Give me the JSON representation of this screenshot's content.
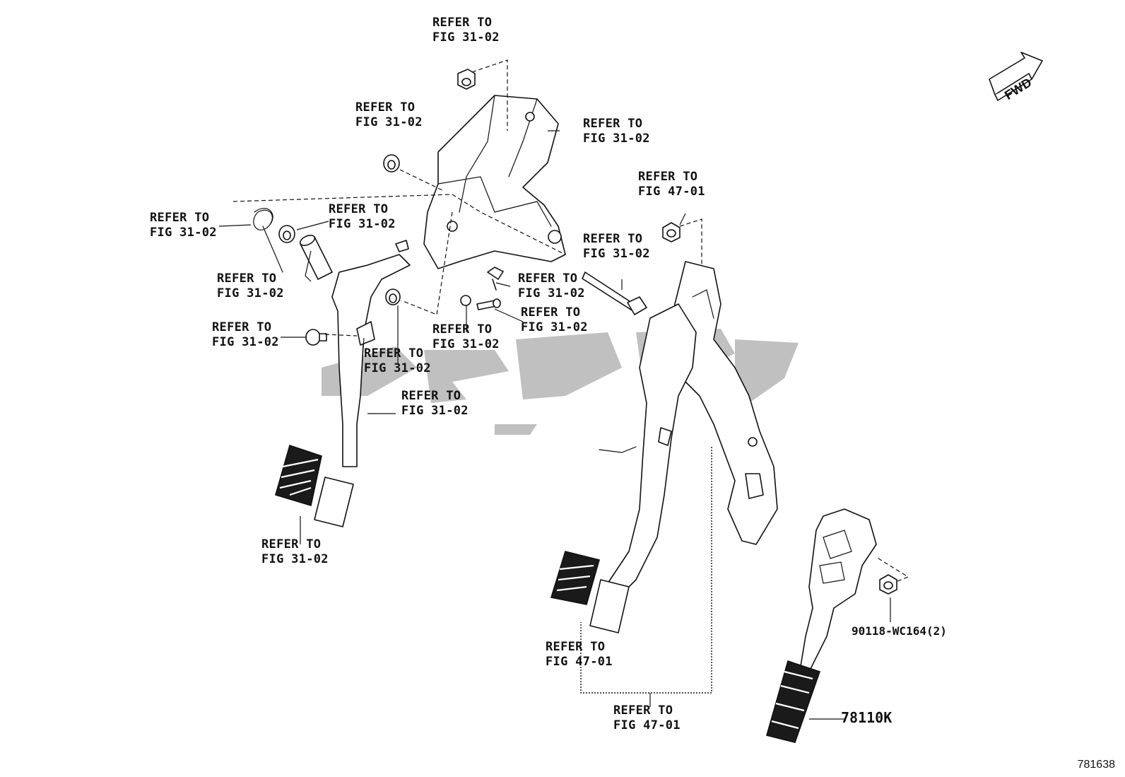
{
  "orientation_label": "FWD",
  "figure_code": "781638",
  "callouts": {
    "c_top": {
      "line1": "REFER TO",
      "line2": "FIG 31-02"
    },
    "c_bracket_upper": {
      "line1": "REFER TO",
      "line2": "FIG 31-02"
    },
    "c_bushing_left": {
      "line1": "REFER TO",
      "line2": "FIG 31-02"
    },
    "c_spring": {
      "line1": "REFER TO",
      "line2": "FIG 31-02"
    },
    "c_collar": {
      "line1": "REFER TO",
      "line2": "FIG 31-02"
    },
    "c_pipe": {
      "line1": "REFER TO",
      "line2": "FIG 31-02"
    },
    "c_cushion": {
      "line1": "REFER TO",
      "line2": "FIG 31-02"
    },
    "c_pin": {
      "line1": "REFER TO",
      "line2": "FIG 31-02"
    },
    "c_clip": {
      "line1": "REFER TO",
      "line2": "FIG 31-02"
    },
    "c_pedal_arm": {
      "line1": "REFER TO",
      "line2": "FIG 31-02"
    },
    "c_pad_left": {
      "line1": "REFER TO",
      "line2": "FIG 31-02"
    },
    "c_bolt_long": {
      "line1": "REFER TO",
      "line2": "FIG 31-02"
    },
    "c_bolt_short1": {
      "line1": "REFER TO",
      "line2": "FIG 31-02"
    },
    "c_bolt_short2": {
      "line1": "REFER TO",
      "line2": "FIG 31-02"
    },
    "c_nut_right": {
      "line1": "REFER TO",
      "line2": "FIG 47-01"
    },
    "c_pad_right": {
      "line1": "REFER TO",
      "line2": "FIG 47-01"
    },
    "c_brake_assy": {
      "line1": "REFER TO",
      "line2": "FIG 47-01"
    }
  },
  "part_numbers": {
    "accelerator_pedal": "78110K",
    "nut": "90118-WC164(2)"
  }
}
